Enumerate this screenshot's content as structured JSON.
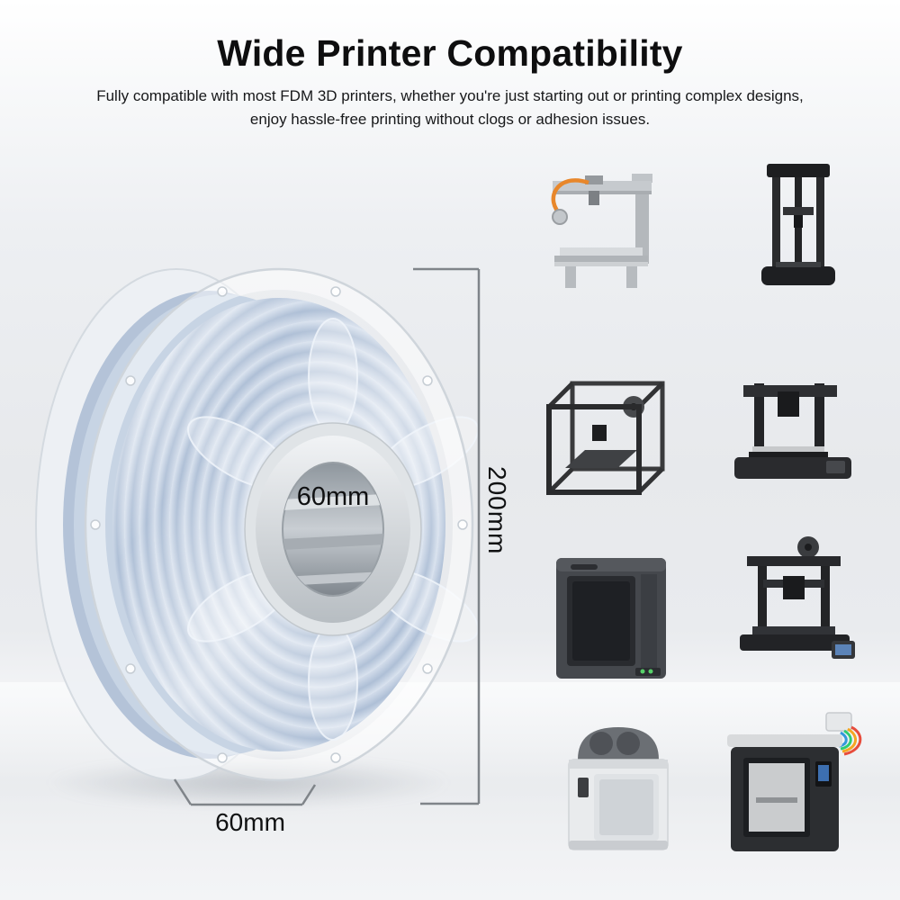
{
  "header": {
    "title": "Wide Printer Compatibility",
    "subtitle_line1": "Fully compatible with most FDM 3D printers, whether you're just starting out or printing complex designs,",
    "subtitle_line2": "enjoy hassle-free printing without clogs or adhesion issues."
  },
  "dimensions": {
    "hub_diameter": "60mm",
    "spool_height": "200mm",
    "spool_width": "60mm"
  },
  "printers": [
    {
      "name": "corexy-open-frame-printer"
    },
    {
      "name": "delta-tower-printer"
    },
    {
      "name": "cube-frame-printer"
    },
    {
      "name": "gantry-bedslinger-printer"
    },
    {
      "name": "enclosed-box-printer"
    },
    {
      "name": "i3-style-bedslinger-printer"
    },
    {
      "name": "white-enclosed-printer-with-top-spools"
    },
    {
      "name": "enclosed-multicolor-printer"
    }
  ],
  "colors": {
    "filament_blue": "#b7c6da",
    "accent_orange": "#e8872b",
    "dimension_line": "#7f8489",
    "text": "#101112",
    "background_top": "#ffffff",
    "background_mid": "#e7e9ec"
  }
}
